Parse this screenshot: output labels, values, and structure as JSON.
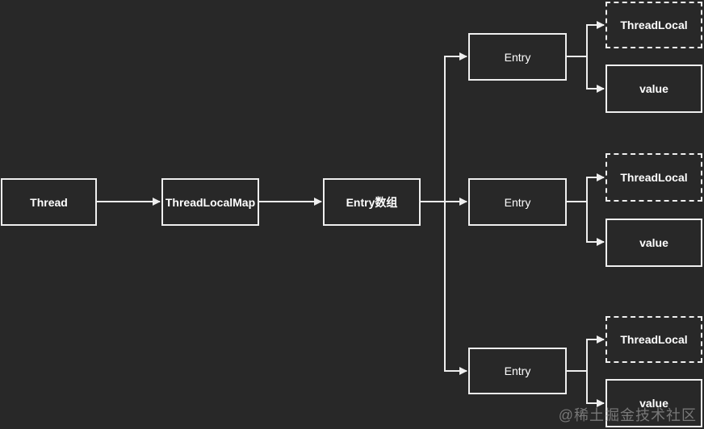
{
  "diagram": {
    "title": "ThreadLocal structure diagram",
    "colors": {
      "background": "#282828",
      "line": "#efefef",
      "text": "#ffffff",
      "watermark": "#b0b0b0"
    },
    "nodes": [
      {
        "id": "thread",
        "label": "Thread",
        "border": "solid"
      },
      {
        "id": "threadlocalmap",
        "label": "ThreadLocalMap",
        "border": "solid"
      },
      {
        "id": "entry-array",
        "label": "Entry数组",
        "border": "solid"
      },
      {
        "id": "entry-1",
        "label": "Entry",
        "border": "solid"
      },
      {
        "id": "entry-2",
        "label": "Entry",
        "border": "solid"
      },
      {
        "id": "entry-3",
        "label": "Entry",
        "border": "solid"
      },
      {
        "id": "threadlocal-1",
        "label": "ThreadLocal",
        "border": "dashed"
      },
      {
        "id": "value-1",
        "label": "value",
        "border": "solid"
      },
      {
        "id": "threadlocal-2",
        "label": "ThreadLocal",
        "border": "dashed"
      },
      {
        "id": "value-2",
        "label": "value",
        "border": "solid"
      },
      {
        "id": "threadlocal-3",
        "label": "ThreadLocal",
        "border": "dashed"
      },
      {
        "id": "value-3",
        "label": "value",
        "border": "solid"
      }
    ],
    "edges": [
      {
        "from": "thread",
        "to": "threadlocalmap"
      },
      {
        "from": "threadlocalmap",
        "to": "entry-array"
      },
      {
        "from": "entry-array",
        "to": "entry-1"
      },
      {
        "from": "entry-array",
        "to": "entry-2"
      },
      {
        "from": "entry-array",
        "to": "entry-3"
      },
      {
        "from": "entry-1",
        "to": "threadlocal-1"
      },
      {
        "from": "entry-1",
        "to": "value-1"
      },
      {
        "from": "entry-2",
        "to": "threadlocal-2"
      },
      {
        "from": "entry-2",
        "to": "value-2"
      },
      {
        "from": "entry-3",
        "to": "threadlocal-3"
      },
      {
        "from": "entry-3",
        "to": "value-3"
      }
    ],
    "watermark": {
      "text": "@稀土掘金技术社区"
    }
  }
}
